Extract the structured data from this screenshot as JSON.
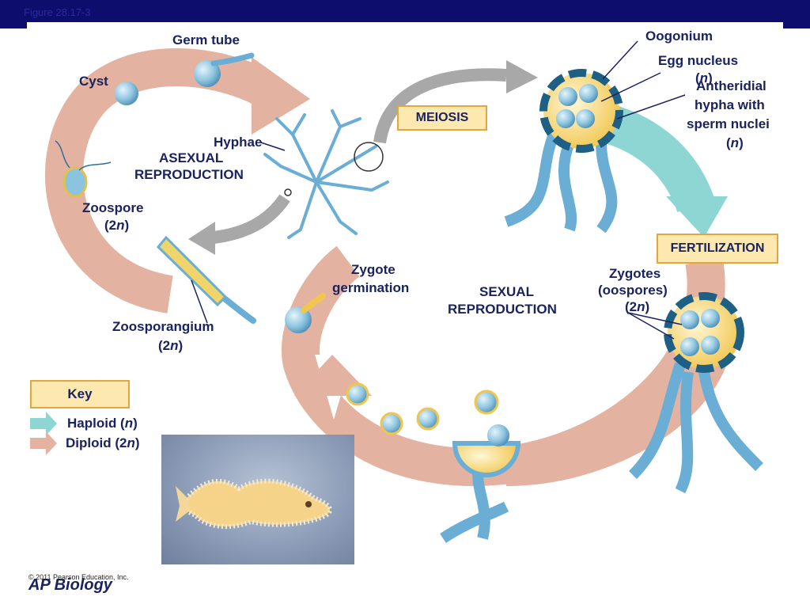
{
  "figure_label": "Figure 28.17-3",
  "labels": {
    "germ_tube": "Germ tube",
    "cyst": "Cyst",
    "hyphae": "Hyphae",
    "asexual_1": "ASEXUAL",
    "asexual_2": "REPRODUCTION",
    "zoospore_1": "Zoospore",
    "zoospore_2": "(2",
    "zoospore_n": "n",
    "zoospore_3": ")",
    "zoosporangium_1": "Zoosporangium",
    "zoosporangium_2": "(2",
    "zoosporangium_n": "n",
    "zoosporangium_3": ")",
    "oogonium": "Oogonium",
    "egg_nucleus_1": "Egg nucleus",
    "egg_nucleus_2": "(",
    "egg_nucleus_n": "n",
    "egg_nucleus_3": ")",
    "antheridial_1": "Antheridial",
    "antheridial_2": "hypha with",
    "antheridial_3": "sperm nuclei",
    "antheridial_4": "(",
    "antheridial_n": "n",
    "antheridial_5": ")",
    "meiosis": "MEIOSIS",
    "fertilization": "FERTILIZATION",
    "zygote_germ_1": "Zygote",
    "zygote_germ_2": "germination",
    "sexual_1": "SEXUAL",
    "sexual_2": "REPRODUCTION",
    "zygotes_1": "Zygotes",
    "zygotes_2": "(oospores)",
    "zygotes_3": "(2",
    "zygotes_n": "n",
    "zygotes_4": ")"
  },
  "key": {
    "title": "Key",
    "haploid_a": "Haploid (",
    "haploid_n": "n",
    "haploid_b": ")",
    "diploid_a": "Diploid (2",
    "diploid_n": "n",
    "diploid_b": ")"
  },
  "colors": {
    "header_bar": "#0d0d6e",
    "haploid_arrow": "#8dd6d4",
    "diploid_arrow": "#e3b2a0",
    "hyphae": "#6aaed6",
    "label_text": "#1a2360",
    "box_fill": "#fde9b0",
    "box_border": "#e2a640"
  },
  "footer": {
    "copyright": "© 2011 Pearson Education, Inc.",
    "course": "AP Biology"
  }
}
